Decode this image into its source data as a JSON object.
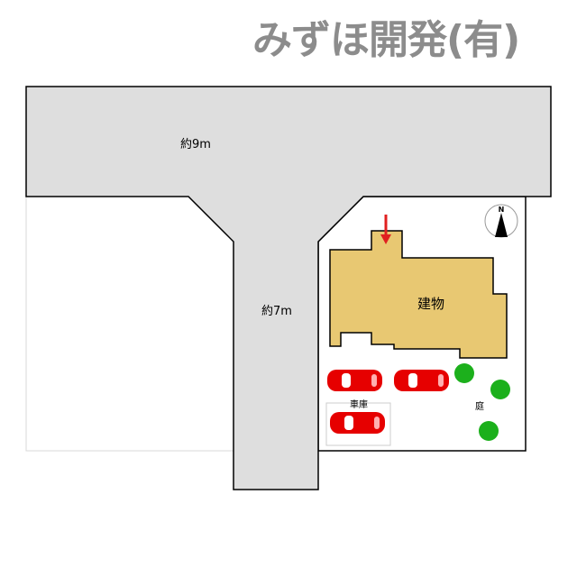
{
  "company_name": "みずほ開発(有)",
  "labels": {
    "road_main": "約9m",
    "road_branch": "約7m",
    "building": "建物",
    "garage": "車庫",
    "garden": "庭",
    "north": "N"
  },
  "colors": {
    "road": "#dedede",
    "building": "#e8c872",
    "car": "#e60000",
    "tree": "#1cb01c",
    "entrance_arrow": "#e02020",
    "company_text": "#8c8c8c"
  }
}
